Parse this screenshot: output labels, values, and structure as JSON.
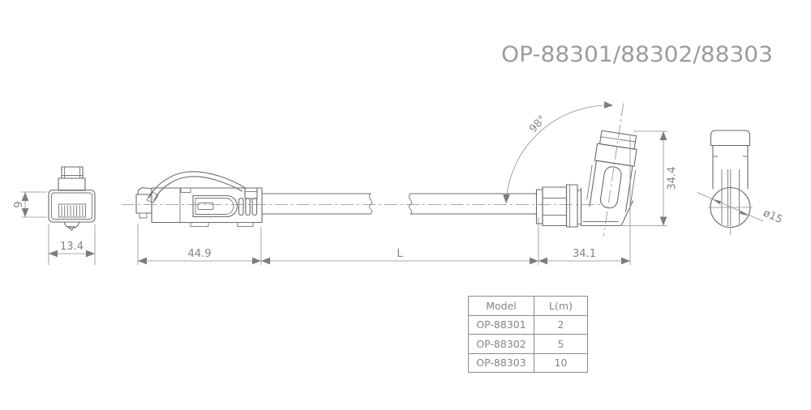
{
  "title": "OP-88301/88302/88303",
  "dimensions": {
    "front_height": "9",
    "front_width": "13.4",
    "plug_length": "44.9",
    "cable_length_label": "L",
    "connector_length": "34.1",
    "connector_height": "34.4",
    "bend_angle": "98°",
    "diameter": "ø15"
  },
  "table": {
    "headers": [
      "Model",
      "L(m)"
    ],
    "rows": [
      {
        "model": "OP-88301",
        "length": "2"
      },
      {
        "model": "OP-88302",
        "length": "5"
      },
      {
        "model": "OP-88303",
        "length": "10"
      }
    ]
  },
  "colors": {
    "line": "#6a6a6a",
    "dimension_line": "#8f8f8f",
    "text": "#858585",
    "title_text": "#9c9c9c",
    "background": "#ffffff"
  }
}
